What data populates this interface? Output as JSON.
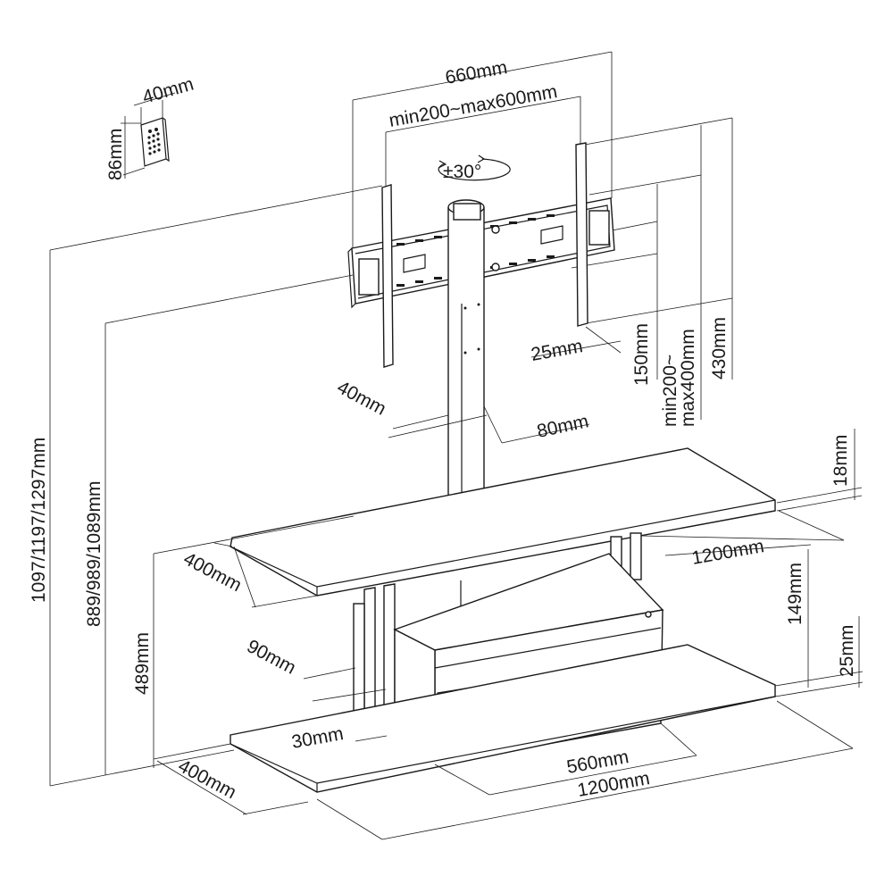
{
  "remote": {
    "width_label": "40mm",
    "height_label": "86mm"
  },
  "mount": {
    "overall_width": "660mm",
    "vesa_width": "min200~max600mm",
    "swivel": "±30°",
    "vesa_height_line1": "min200~",
    "vesa_height_line2": "max400mm",
    "overall_height": "430mm",
    "offset": "150mm",
    "depth": "25mm"
  },
  "column": {
    "depth": "40mm",
    "width": "80mm"
  },
  "stand": {
    "total_height": "1097/1197/1297mm",
    "mount_height": "889/989/1089mm",
    "top_shelf_height": "489mm",
    "top_shelf_thickness": "18mm",
    "top_shelf_depth": "400mm",
    "top_shelf_width": "1200mm",
    "cabinet_height": "149mm",
    "base_thickness": "25mm",
    "post_width": "90mm",
    "post_depth": "30mm",
    "base_depth": "400mm",
    "cabinet_width": "560mm",
    "base_width": "1200mm"
  }
}
